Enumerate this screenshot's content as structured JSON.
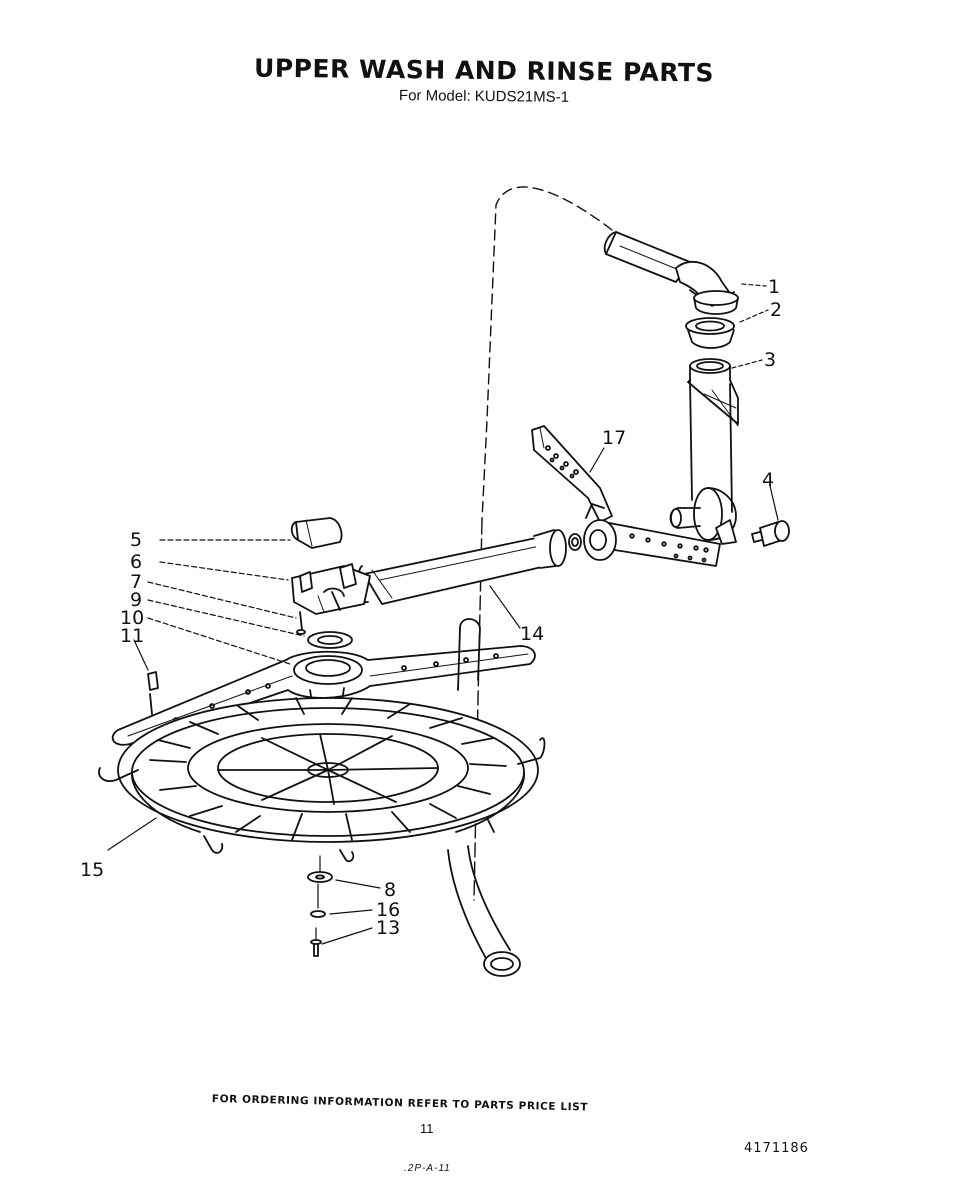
{
  "header": {
    "title": "UPPER WASH AND RINSE PARTS",
    "subtitle": "For Model: KUDS21MS-1"
  },
  "callouts": {
    "c1": "1",
    "c2": "2",
    "c3": "3",
    "c4": "4",
    "c5": "5",
    "c6": "6",
    "c7": "7",
    "c8": "8",
    "c9": "9",
    "c10": "10",
    "c11": "11",
    "c13": "13",
    "c14": "14",
    "c15": "15",
    "c16": "16",
    "c17": "17"
  },
  "footer": {
    "ordering_note": "FOR ORDERING INFORMATION REFER TO PARTS PRICE LIST",
    "page_number": "11",
    "part_number": "4171186",
    "code": ".2P-A-11"
  }
}
